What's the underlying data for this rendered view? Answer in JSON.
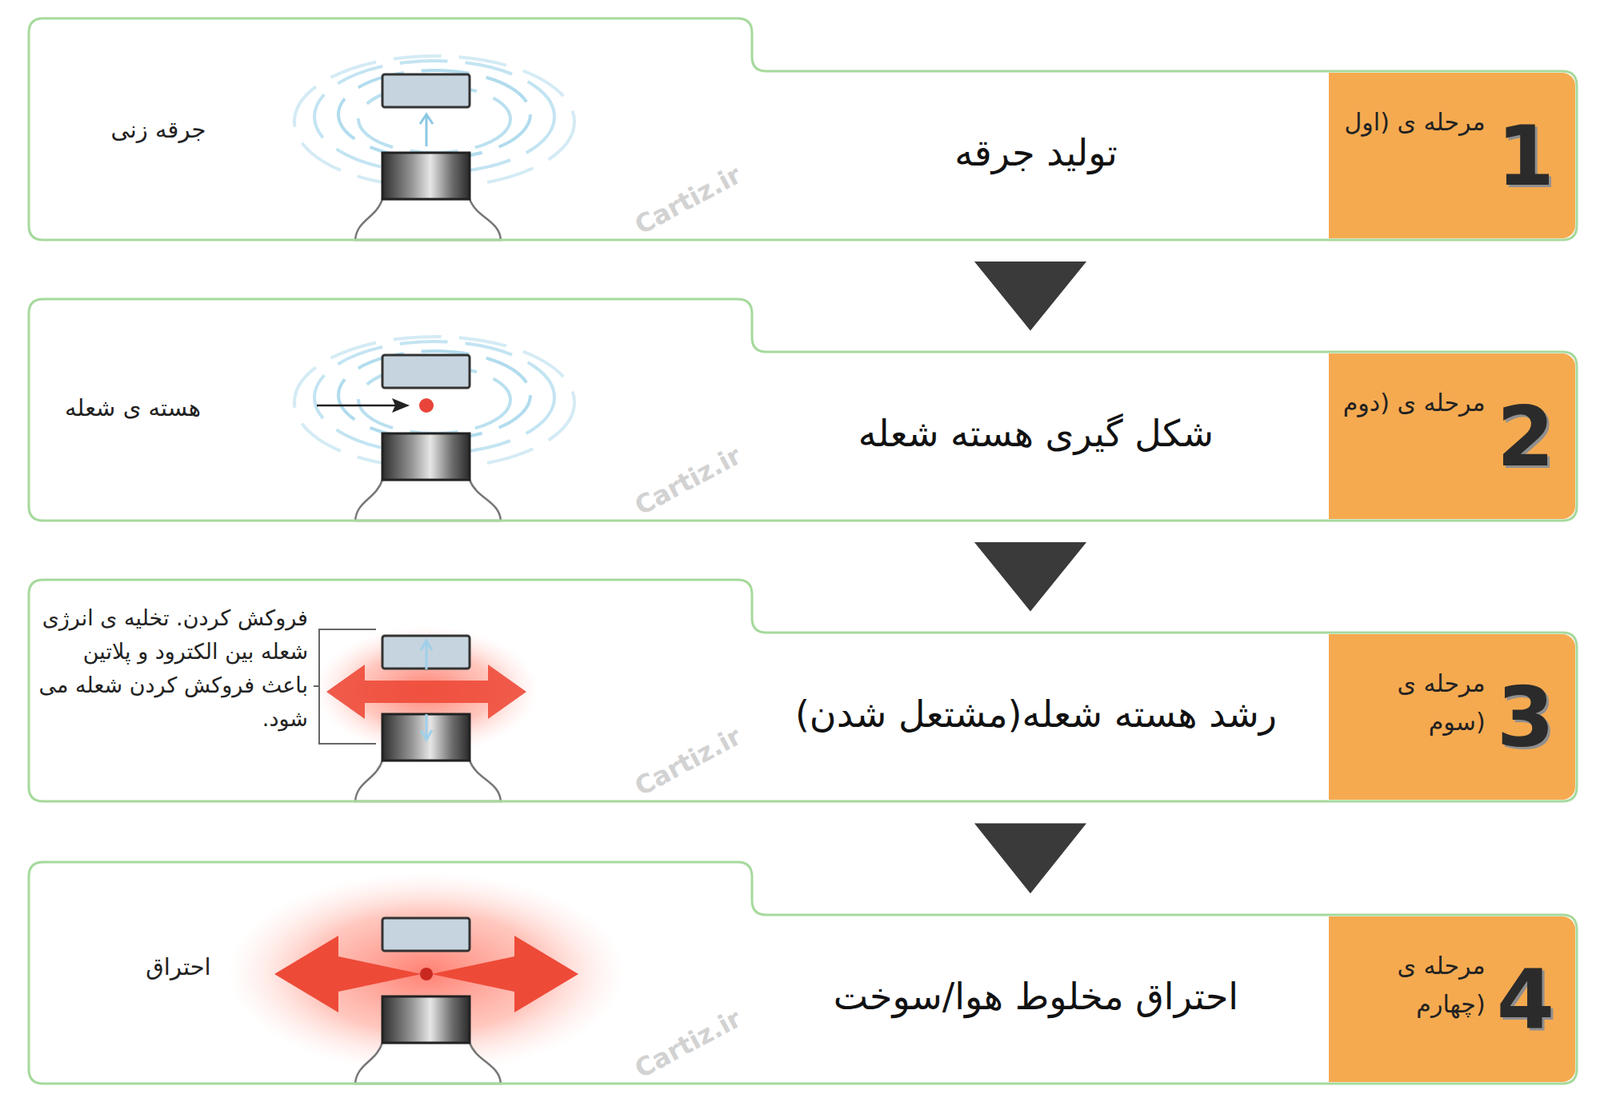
{
  "diagram": {
    "nodes": [
      {
        "text": [
          "تولید جرقه"
        ]
      },
      {
        "text": [
          "1",
          "مرحله ی (اول"
        ],
        "in": 0
      },
      {
        "text": [
          "شکل گیری هسته شعله"
        ]
      },
      {
        "text": [
          "2",
          "مرحله ی (دوم"
        ],
        "in": 2
      },
      {
        "text": [
          "رشد هسته شعله(مشتعل شدن)"
        ]
      },
      {
        "text": [
          "3",
          "مرحله ی (سوم"
        ],
        "in": 4
      },
      {
        "text": [
          "احتراق مخلوط هوا/سوخت"
        ]
      },
      {
        "text": [
          "4",
          "مرحله ی (چهارم"
        ],
        "in": 6
      }
    ],
    "edges": [
      {
        "from": 0,
        "to": 2,
        "arrow": "to"
      },
      {
        "from": 2,
        "to": 4,
        "arrow": "to"
      },
      {
        "from": 4,
        "to": 6,
        "arrow": "to"
      }
    ],
    "labels": [
      "جرقه زنی",
      "هسته ی شعله",
      "فروکش کردن. تخلیه ی انرژی شعله بین الکترود و پلاتین باعث فروکش کردن شعله می شود.",
      "احتراق",
      "Cartiz.ir",
      "Cartiz.ir",
      "Cartiz.ir",
      "Cartiz.ir"
    ]
  }
}
